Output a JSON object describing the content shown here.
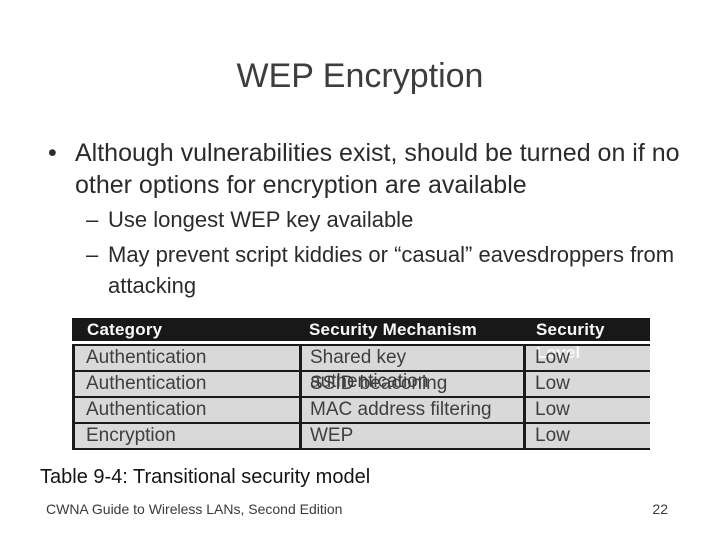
{
  "slide": {
    "title": "WEP Encryption",
    "bullets": {
      "b1": {
        "marker": "•",
        "text": "Although vulnerabilities exist, should be turned on if no other options for encryption are available"
      },
      "b2": {
        "marker": "–",
        "text": "Use longest WEP key available"
      },
      "b3": {
        "marker": "–",
        "text": "May prevent script kiddies or “casual” eavesdroppers from attacking"
      }
    },
    "caption": "Table 9-4: Transitional security model",
    "footer": {
      "left": "CWNA Guide to Wireless LANs, Second Edition",
      "page_number": "22"
    }
  },
  "table": {
    "columns": [
      "Category",
      "Security Mechanism",
      "Security Level"
    ],
    "rows": [
      [
        "Authentication",
        "Shared key authentication",
        "Low"
      ],
      [
        "Authentication",
        "SSID beaconing",
        "Low"
      ],
      [
        "Authentication",
        "MAC address filtering",
        "Low"
      ],
      [
        "Encryption",
        "WEP",
        "Low"
      ]
    ]
  },
  "colors": {
    "title_text": "#3d3d3d",
    "body_text": "#2b2b2b",
    "table_header_bg": "#181818",
    "table_header_text": "#f8f8f8",
    "table_row_bg": "#d9d9d9",
    "table_row_text": "#3e3e3e",
    "table_border": "#1a1a1a"
  }
}
